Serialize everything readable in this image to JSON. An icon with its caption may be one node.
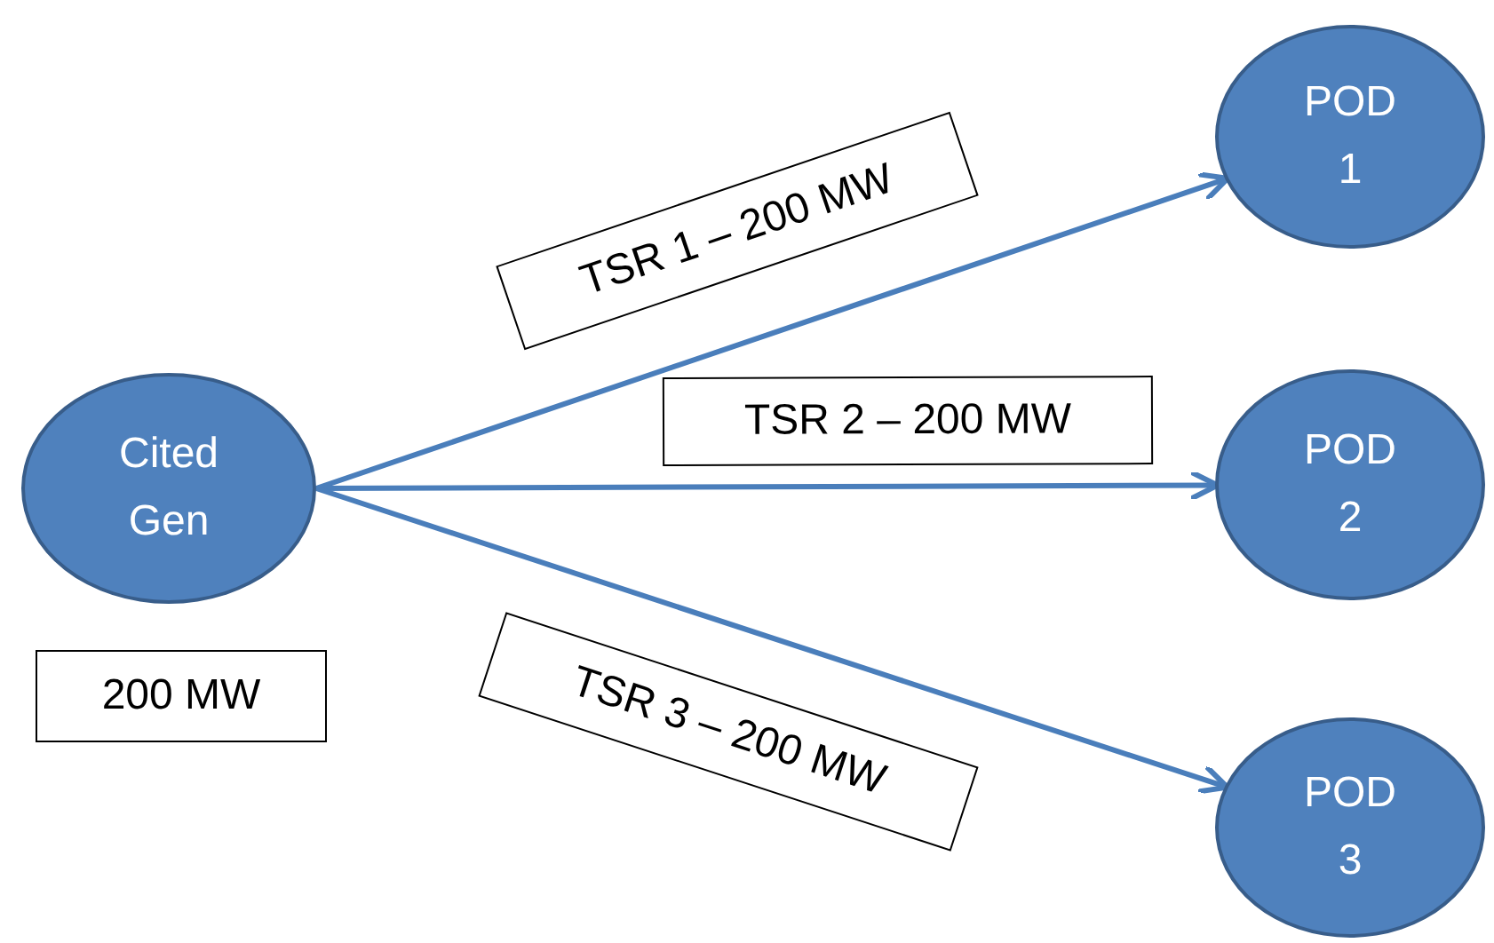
{
  "diagram": {
    "nodes": [
      {
        "text": [
          "Cited Gen"
        ]
      },
      {
        "text": [
          "POD 1"
        ]
      },
      {
        "text": [
          "POD 2"
        ]
      },
      {
        "text": [
          "POD 3"
        ]
      },
      {
        "text": [
          "200 MW"
        ]
      }
    ],
    "edges": [
      {
        "from": 0,
        "to": 1,
        "arrow": "to",
        "label": "TSR 1 – 200 MW"
      },
      {
        "from": 0,
        "to": 2,
        "arrow": "to",
        "label": "TSR 2 – 200 MW"
      },
      {
        "from": 0,
        "to": 3,
        "arrow": "to",
        "label": "TSR 3 – 200 MW"
      }
    ]
  }
}
